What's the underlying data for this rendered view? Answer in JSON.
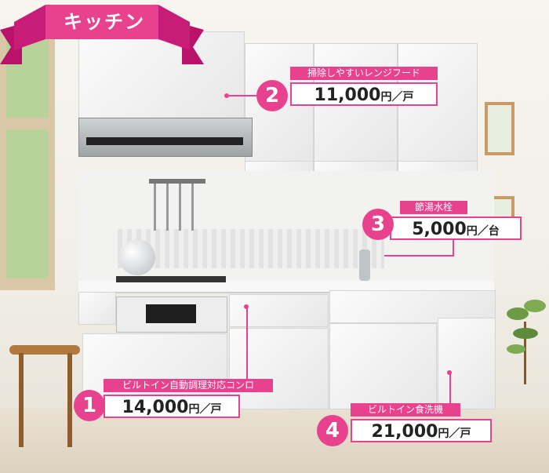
{
  "page": {
    "section_label": "キッチン"
  },
  "colors": {
    "accent": "#e8428e",
    "ribbon_dark": "#b8126a"
  },
  "callouts": [
    {
      "number": "1",
      "name": "ビルトイン自動調理対応コンロ",
      "price": "14,000",
      "unit": "円／戸"
    },
    {
      "number": "2",
      "name": "掃除しやすいレンジフード",
      "price": "11,000",
      "unit": "円／戸"
    },
    {
      "number": "3",
      "name": "節湯水栓",
      "price": "5,000",
      "unit": "円／台"
    },
    {
      "number": "4",
      "name": "ビルトイン食洗機",
      "price": "21,000",
      "unit": "円／戸"
    }
  ]
}
